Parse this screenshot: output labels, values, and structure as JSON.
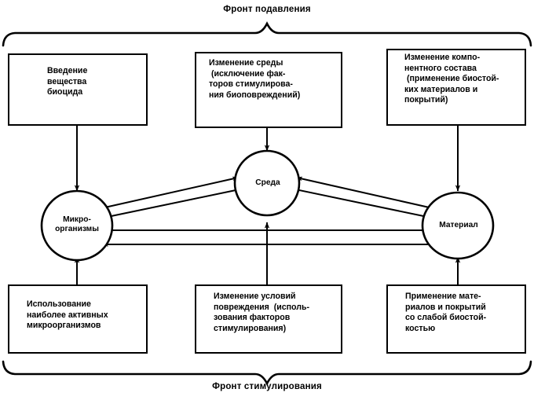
{
  "diagram": {
    "top_front_label": "Фронт подавления",
    "bottom_front_label": "Фронт стимулирования",
    "nodes": [
      {
        "id": "microorganisms",
        "label": "Микро-\nорганизмы"
      },
      {
        "id": "environment",
        "label": "Среда"
      },
      {
        "id": "material",
        "label": "Материал"
      }
    ],
    "top_boxes": [
      {
        "id": "biocide",
        "text": "Введение\nвещества\nбиоцида"
      },
      {
        "id": "environment-change",
        "text": "Изменение среды\n (исключение фак-\nторов стимулирова-\nния биоповреждений)"
      },
      {
        "id": "composition-change",
        "text": "Изменение компо-\nнентного состава\n (применение биостой-\nких материалов и\nпокрытий)"
      }
    ],
    "bottom_boxes": [
      {
        "id": "active-microbes",
        "text": "Использование\nнаиболее активных\nмикроорганизмов"
      },
      {
        "id": "damage-conditions",
        "text": "Изменение условий\nповреждения  (исполь-\nзования факторов\nстимулирования)"
      },
      {
        "id": "weak-biostability",
        "text": "Применение мате-\nриалов и покрытий\nсо слабой биостой-\nкостью"
      }
    ],
    "colors": {
      "stroke": "#000000",
      "background": "#ffffff"
    }
  }
}
